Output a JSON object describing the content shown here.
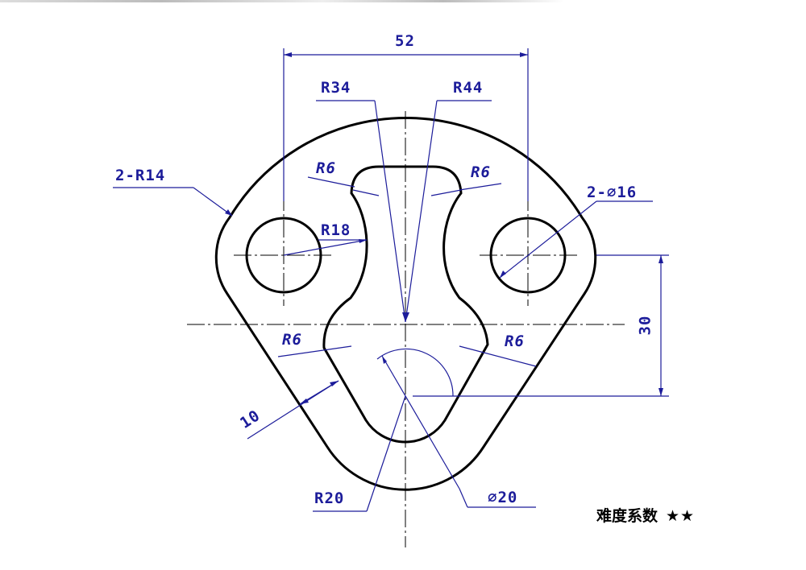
{
  "drawing": {
    "dimensions": {
      "width_52": "52",
      "r34": "R34",
      "r44": "R44",
      "two_r14": "2-R14",
      "r6_top_left": "R6",
      "r6_top_right": "R6",
      "r18": "R18",
      "two_dia16": "2-∅16",
      "height_30": "30",
      "r6_bottom_left": "R6",
      "r6_bottom_right": "R6",
      "wall_10": "10",
      "r20": "R20",
      "dia20": "∅20"
    },
    "line_color": "#000000",
    "dimension_color": "#1c1c9a"
  },
  "difficulty": {
    "label": "难度系数",
    "stars": "★★"
  }
}
